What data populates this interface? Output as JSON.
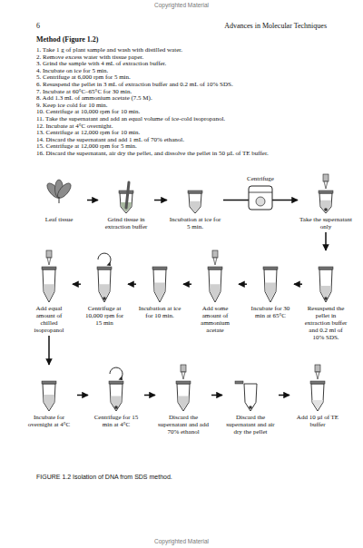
{
  "diagram": {
    "caption": "FIGURE 1.2 Isolation of DNA from SDS method.",
    "nodes": [
      {
        "text": [
          "Leaf tissue"
        ]
      },
      {
        "text": [
          "Grind tissue in extraction buffer"
        ]
      },
      {
        "text": [
          "Incubation at ice for 5 min."
        ]
      },
      {
        "text": [
          "Take the supernatant only"
        ]
      },
      {
        "text": [
          "Resuspend the pellet in extraction buffer and 0.2 ml of 10% SDS."
        ]
      },
      {
        "text": [
          "Incubate for 30 min at 65°C"
        ]
      },
      {
        "text": [
          "Add some amount of ammonium acetate"
        ]
      },
      {
        "text": [
          "Incubation at ice for 10 min."
        ]
      },
      {
        "text": [
          "Centrifuge at 10,000 rpm for 15 min"
        ]
      },
      {
        "text": [
          "Add equal amount of chilled isopropanol"
        ]
      },
      {
        "text": [
          "Incubate for overnight at 4°C"
        ]
      },
      {
        "text": [
          "Centrifuge for 15 min at 4°C"
        ]
      },
      {
        "text": [
          "Discard the supernatant and add 70% ethanol"
        ]
      },
      {
        "text": [
          "Discard the supernatant and air dry the pellet"
        ]
      },
      {
        "text": [
          "Add 10 µl of TE buffer"
        ]
      }
    ],
    "edges": [
      {
        "from": 0,
        "to": 1,
        "arrow": "to"
      },
      {
        "from": 1,
        "to": 2,
        "arrow": "to"
      },
      {
        "from": 2,
        "to": 3,
        "arrow": "to"
      },
      {
        "from": 3,
        "to": 4,
        "arrow": "to"
      },
      {
        "from": 4,
        "to": 5,
        "arrow": "to"
      },
      {
        "from": 5,
        "to": 6,
        "arrow": "to"
      },
      {
        "from": 6,
        "to": 7,
        "arrow": "to"
      },
      {
        "from": 7,
        "to": 8,
        "arrow": "to"
      },
      {
        "from": 8,
        "to": 9,
        "arrow": "to"
      },
      {
        "from": 9,
        "to": 10,
        "arrow": "to"
      },
      {
        "from": 10,
        "to": 11,
        "arrow": "to"
      },
      {
        "from": 11,
        "to": 12,
        "arrow": "to"
      },
      {
        "from": 12,
        "to": 13,
        "arrow": "to"
      },
      {
        "from": 13,
        "to": 14,
        "arrow": "to"
      }
    ],
    "labels": [
      "Copyrighted Material",
      "6",
      "Advances in Molecular Techniques",
      "Method (Figure 1.2)",
      "1. Take 1 g of plant sample and wash with distilled water.",
      "2. Remove excess water with tissue paper.",
      "3. Grind the sample with 4 mL of extraction buffer.",
      "4. Incubate on ice for 5 min.",
      "5. Centrifuge at 6,000 rpm for 5 min.",
      "6. Resuspend the pellet in 3 mL of extraction buffer and 0.2 mL of 10% SDS.",
      "7. Incubate at 60°C–65°C for 30 min.",
      "8. Add 1.3 mL of ammonium acetate (7.5 M).",
      "9. Keep ice cold for 10 min.",
      "10. Centrifuge at 10,000 rpm for 10 min.",
      "11. Take the supernatant and add an equal volume of ice-cold isopropanol.",
      "12. Incubate at 4°C overnight.",
      "13. Centrifuge at 12,000 rpm for 10 min.",
      "14. Discard the supernatant and add 1 mL of 70% ethanol.",
      "15. Centrifuge at 12,000 rpm for 5 min.",
      "16. Discard the supernatant, air dry the pellet, and dissolve the pellet in 50 µL of TE buffer.",
      "Centrifuge",
      "Copyrighted Material"
    ]
  }
}
